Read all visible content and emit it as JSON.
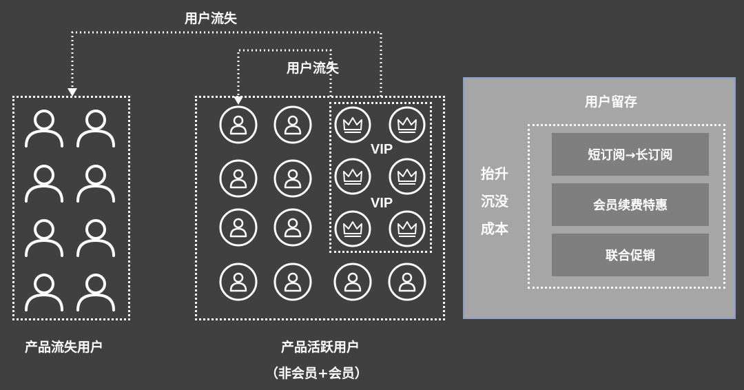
{
  "flows": {
    "top_churn_label": "用户流失",
    "inner_churn_label": "用户流失"
  },
  "churned": {
    "caption": "产品流失用户",
    "icon": "person-outline-icon"
  },
  "active": {
    "caption_line1": "产品活跃用户",
    "caption_line2": "（非会员+会员）",
    "icon": "person-circle-icon",
    "vip_icon": "crown-circle-icon",
    "vip_labels": [
      "VIP",
      "VIP"
    ]
  },
  "retention": {
    "title": "用户留存",
    "side_label": [
      "抬升",
      "沉没",
      "成本"
    ],
    "strategies": [
      "短订阅→长订阅",
      "会员续费特惠",
      "联合促销"
    ]
  },
  "colors": {
    "background": "#404040",
    "panel": "#a6a6a6",
    "strategy_box": "#7f7f7f",
    "foreground": "#ffffff"
  }
}
